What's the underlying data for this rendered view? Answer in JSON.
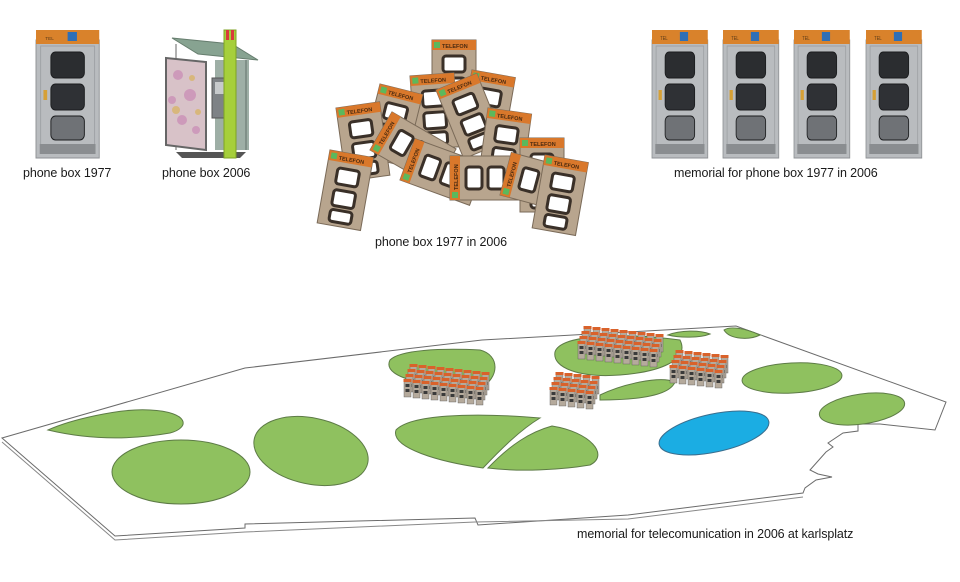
{
  "captions": {
    "phone_box_1977": "phone box 1977",
    "phone_box_2006": "phone box 2006",
    "phone_box_pile": "phone box 1977 in 2006",
    "memorial_row": "memorial for phone box 1977 in 2006",
    "site_plan": "memorial for telecomunication in 2006 at karlsplatz"
  },
  "booth_label": "TELEFON",
  "memorial_booth_count": 4,
  "colors": {
    "booth_orange": "#d9822b",
    "booth_grey": "#b9bcbf",
    "pile_tan": "#b8a58e",
    "grass_green": "#8fc15f",
    "water_blue": "#1bade3",
    "pillar_green": "#a6cf3b"
  }
}
